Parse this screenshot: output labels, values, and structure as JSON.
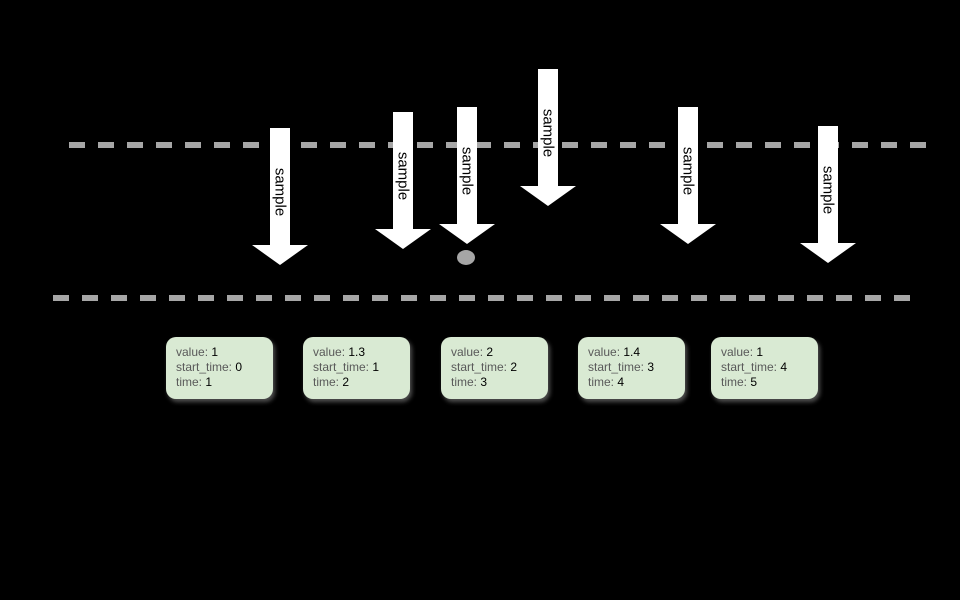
{
  "colors": {
    "background": "#000000",
    "arrow_fill": "#ffffff",
    "arrow_text": "#000000",
    "dashed_line": "#a6a6a6",
    "dot": "#a6a6a6",
    "card_fill": "#d9ead3",
    "card_label": "#595959",
    "card_value": "#000000"
  },
  "arrows": [
    {
      "label": "sample"
    },
    {
      "label": "sample"
    },
    {
      "label": "sample"
    },
    {
      "label": "sample"
    },
    {
      "label": "sample"
    },
    {
      "label": "sample"
    }
  ],
  "records": [
    {
      "fields": [
        {
          "label": "value:",
          "value": "1"
        },
        {
          "label": "start_time:",
          "value": "0"
        },
        {
          "label": "time:",
          "value": "1"
        }
      ]
    },
    {
      "fields": [
        {
          "label": "value:",
          "value": "1.3"
        },
        {
          "label": "start_time:",
          "value": "1"
        },
        {
          "label": "time:",
          "value": "2"
        }
      ]
    },
    {
      "fields": [
        {
          "label": "value:",
          "value": "2"
        },
        {
          "label": "start_time:",
          "value": "2"
        },
        {
          "label": "time:",
          "value": "3"
        }
      ]
    },
    {
      "fields": [
        {
          "label": "value:",
          "value": "1.4"
        },
        {
          "label": "start_time:",
          "value": "3"
        },
        {
          "label": "time:",
          "value": "4"
        }
      ]
    },
    {
      "fields": [
        {
          "label": "value:",
          "value": "1"
        },
        {
          "label": "start_time:",
          "value": "4"
        },
        {
          "label": "time:",
          "value": "5"
        }
      ]
    }
  ]
}
